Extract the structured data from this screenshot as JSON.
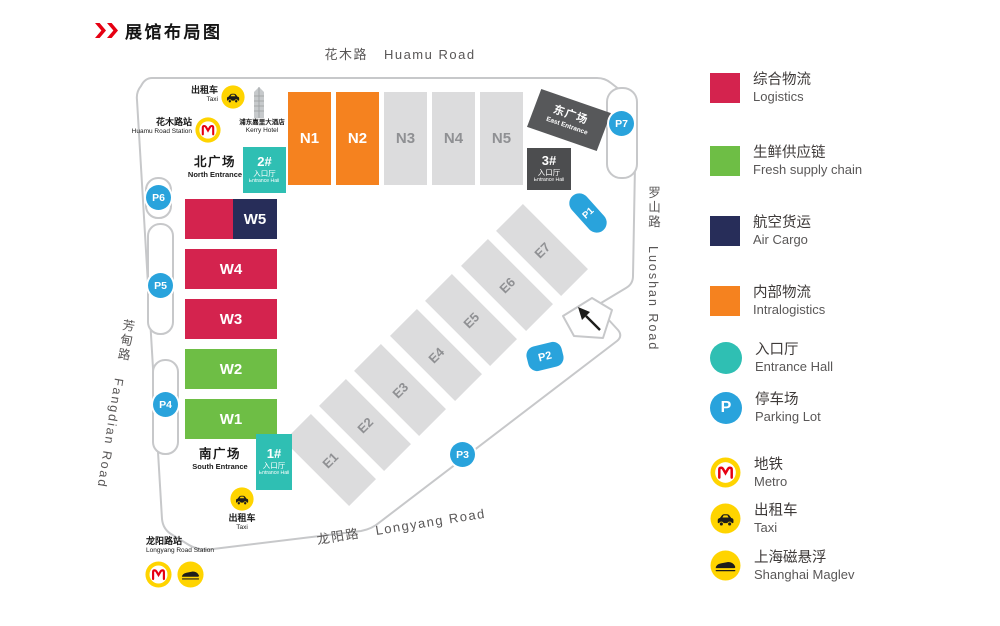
{
  "title": "展馆布局图",
  "roads": {
    "huamu": {
      "cn": "花木路",
      "en": "Huamu Road"
    },
    "luoshan": {
      "cn": "罗山路",
      "en": "Luoshan Road"
    },
    "fangdian": {
      "cn": "芳甸路",
      "en": "Fangdian Road"
    },
    "longyang": {
      "cn": "龙阳路",
      "en": "Longyang Road"
    }
  },
  "stations": {
    "huamu": {
      "cn": "花木路站",
      "en": "Huamu Road Station"
    },
    "longyang": {
      "cn": "龙阳路站",
      "en": "Longyang Road Station"
    }
  },
  "hotel": {
    "cn": "浦东嘉里大酒店",
    "en": "Kerry Hotel"
  },
  "taxi_north": {
    "cn": "出租车",
    "en": "Taxi"
  },
  "taxi_south": {
    "cn": "出租车",
    "en": "Taxi"
  },
  "entrances": {
    "north": {
      "cn": "北广场",
      "en": "North Entrance"
    },
    "south": {
      "cn": "南广场",
      "en": "South Entrance"
    },
    "east": {
      "cn": "东广场",
      "en": "East Entrance"
    }
  },
  "entrance_halls": {
    "h1": {
      "num": "1#",
      "cn": "入口厅",
      "en": "Entrance Hall"
    },
    "h2": {
      "num": "2#",
      "cn": "入口厅",
      "en": "Entrance Hall"
    },
    "h3": {
      "num": "3#",
      "cn": "入口厅",
      "en": "Entrance Hall"
    }
  },
  "halls": {
    "N1": "N1",
    "N2": "N2",
    "N3": "N3",
    "N4": "N4",
    "N5": "N5",
    "W1": "W1",
    "W2": "W2",
    "W3": "W3",
    "W4": "W4",
    "W5": "W5",
    "E1": "E1",
    "E2": "E2",
    "E3": "E3",
    "E4": "E4",
    "E5": "E5",
    "E6": "E6",
    "E7": "E7"
  },
  "parking": {
    "P1": "P1",
    "P2": "P2",
    "P3": "P3",
    "P4": "P4",
    "P5": "P5",
    "P6": "P6",
    "P7": "P7"
  },
  "legend": [
    {
      "cn": "综合物流",
      "en": "Logistics",
      "color": "#d4234e"
    },
    {
      "cn": "生鲜供应链",
      "en": "Fresh supply chain",
      "color": "#6ebe45"
    },
    {
      "cn": "航空货运",
      "en": "Air Cargo",
      "color": "#272d59"
    },
    {
      "cn": "内部物流",
      "en": "Intralogistics",
      "color": "#f5821f"
    },
    {
      "cn": "入口厅",
      "en": "Entrance Hall",
      "color": "#2fbfb3"
    },
    {
      "cn": "停车场",
      "en": "Parking Lot",
      "color": "#29a3dc",
      "icon_label": "P"
    },
    {
      "cn": "地铁",
      "en": "Metro",
      "color": "#ffd400"
    },
    {
      "cn": "出租车",
      "en": "Taxi",
      "color": "#ffd400"
    },
    {
      "cn": "上海磁悬浮",
      "en": "Shanghai Maglev",
      "color": "#ffd400"
    }
  ],
  "colors": {
    "logistics": "#d4234e",
    "fresh_supply_chain": "#6ebe45",
    "air_cargo": "#272d59",
    "intralogistics": "#f5821f",
    "entrance_hall": "#2fbfb3",
    "parking": "#29a3dc",
    "transit_yellow": "#ffd400",
    "hall_gray": "#dcdcdd",
    "dark_gray": "#57585a"
  }
}
